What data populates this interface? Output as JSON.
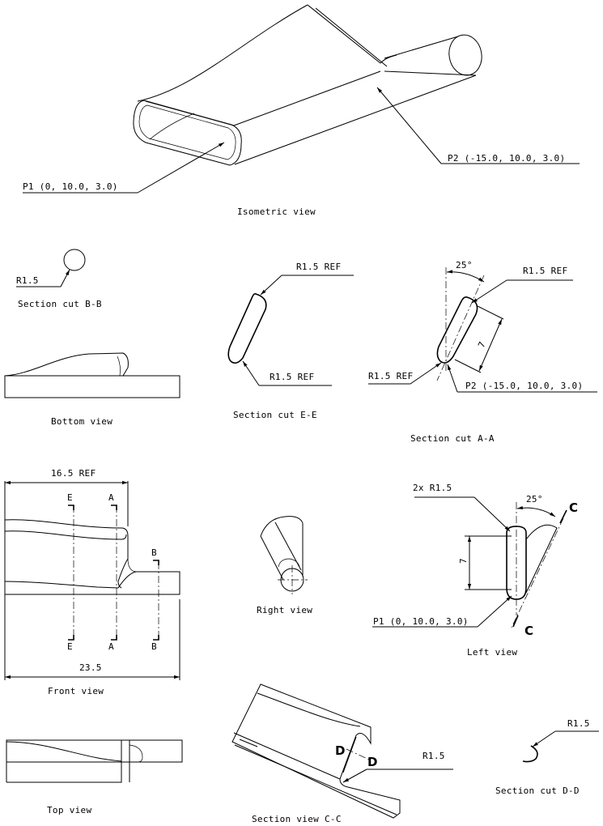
{
  "views": {
    "isometric": {
      "title": "Isometric view",
      "p1": "P1 (0, 10.0, 3.0)",
      "p2": "P2 (-15.0, 10.0, 3.0)"
    },
    "section_bb": {
      "title": "Section cut B-B",
      "radius": "R1.5"
    },
    "section_ee": {
      "title": "Section cut E-E",
      "r_top": "R1.5 REF",
      "r_bottom": "R1.5 REF"
    },
    "section_aa": {
      "title": "Section cut A-A",
      "angle": "25°",
      "r_top": "R1.5 REF",
      "r_left": "R1.5 REF",
      "dim": "7",
      "p2": "P2 (-15.0, 10.0, 3.0)"
    },
    "bottom": {
      "title": "Bottom view"
    },
    "front": {
      "title": "Front view",
      "dim_top": "16.5 REF",
      "dim_bottom": "23.5",
      "cut_e_top": "E",
      "cut_a_top": "A",
      "cut_b_top": "B",
      "cut_e_bot": "E",
      "cut_a_bot": "A",
      "cut_b_bot": "B"
    },
    "right": {
      "title": "Right view"
    },
    "left": {
      "title": "Left view",
      "radius": "2x R1.5",
      "angle": "25°",
      "dim": "7",
      "p1": "P1 (0, 10.0, 3.0)",
      "cut_top": "C",
      "cut_bot": "C"
    },
    "top": {
      "title": "Top view"
    },
    "section_cc": {
      "title": "Section view C-C",
      "cut_left": "D",
      "cut_right": "D",
      "radius": "R1.5"
    },
    "section_dd": {
      "title": "Section cut D-D",
      "radius": "R1.5"
    }
  }
}
